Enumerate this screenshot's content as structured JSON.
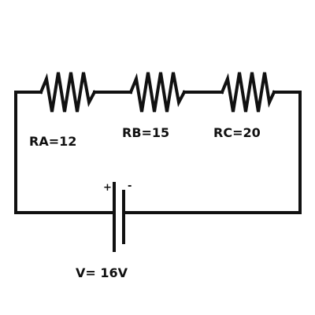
{
  "circuit": {
    "resistors": [
      {
        "label": "RA=12"
      },
      {
        "label": "RB=15"
      },
      {
        "label": "RC=20"
      }
    ],
    "battery": {
      "label": "V= 16V",
      "positive_sign": "+",
      "negative_sign": "-"
    }
  }
}
